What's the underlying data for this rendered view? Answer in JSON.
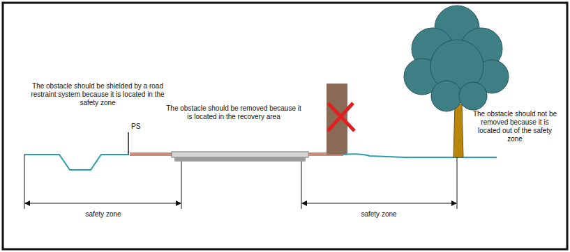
{
  "diagram": {
    "labels": [
      "The obstacle should be shielded by a road restraint system because it is located in the safety zone",
      "PS",
      "The obstacle should be removed because it is located in the recovery area",
      "The obstacle should not be removed because it is located out of the safety zone",
      "safety zone",
      "safety zone"
    ]
  }
}
